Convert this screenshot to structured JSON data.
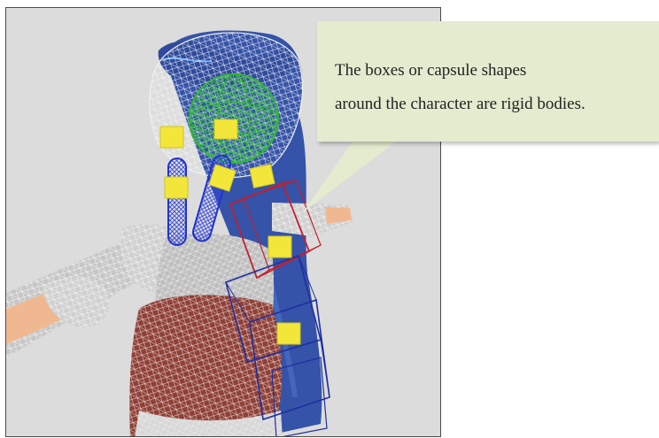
{
  "callout": {
    "line1": "The boxes or capsule shapes",
    "line2": "around the character are rigid bodies."
  },
  "icons": [
    "character-viewport",
    "rigid-body-box",
    "rigid-body-capsule",
    "rigid-body-sphere",
    "joint-marker"
  ],
  "colors": {
    "viewport_bg": "#dcdcdc",
    "callout_bg": "#e4ebcf",
    "wireframe": "#f0f0f0",
    "hair": "#3553a8",
    "rigid_sphere": "#2fb82f",
    "rigid_capsule": "#2233cc",
    "rigid_box_red": "#c0202e",
    "rigid_box_blue": "#1f2fa0",
    "joint": "#f2e63a"
  }
}
